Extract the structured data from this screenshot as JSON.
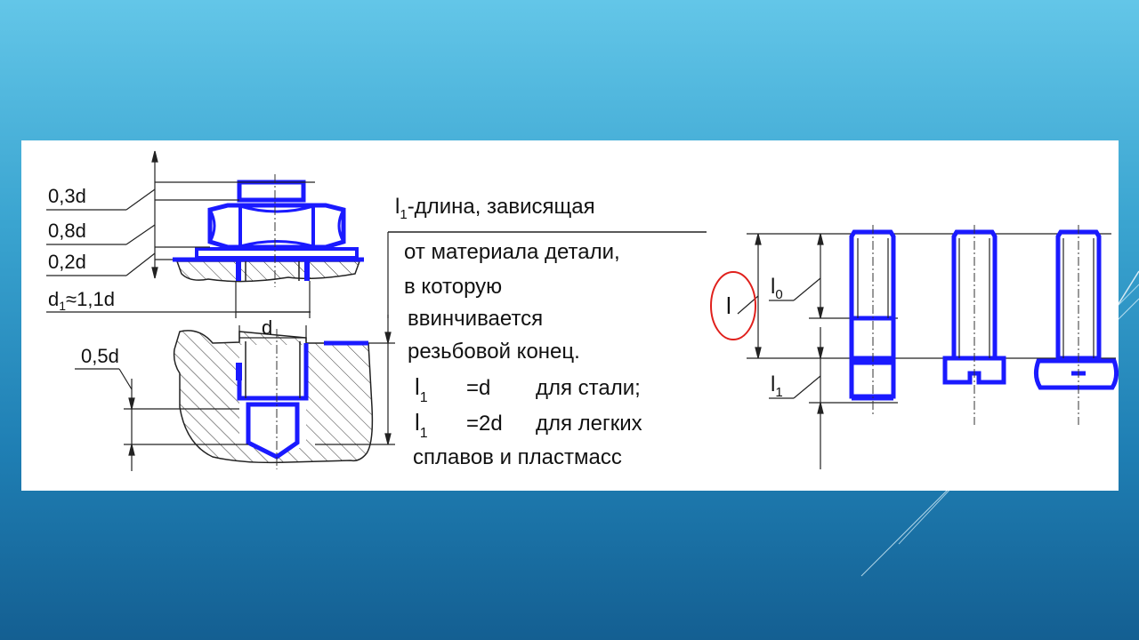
{
  "slide": {
    "accent_color": "#1a1aff",
    "highlight_color": "#e0201c"
  },
  "drawing": {
    "dim_head": "0,3d",
    "dim_nut": "0,8d",
    "dim_washer": "0,2d",
    "dim_hole_main": "d",
    "dim_hole_sub": "1",
    "dim_hole_rest": "≈1,1d",
    "dim_diameter": "d",
    "dim_end": "0,5d"
  },
  "description": {
    "title_main": "l",
    "title_sub": "1",
    "title_rest": "-длина, зависящая",
    "lines": [
      "от материала детали,",
      "в которую",
      "ввинчивается",
      "резьбовой конец."
    ],
    "rule1_symbol": "l",
    "rule1_sub": "1",
    "rule1_value": "=d",
    "rule1_note": "для стали;",
    "rule2_symbol": "l",
    "rule2_sub": "1",
    "rule2_value": "=2d",
    "rule2_note": "для легких",
    "rule2_cont": "сплавов и пластмасс"
  },
  "screws": {
    "label_total": "l",
    "label_thread_main": "l",
    "label_thread_sub": "0",
    "label_end_main": "l",
    "label_end_sub": "1"
  }
}
